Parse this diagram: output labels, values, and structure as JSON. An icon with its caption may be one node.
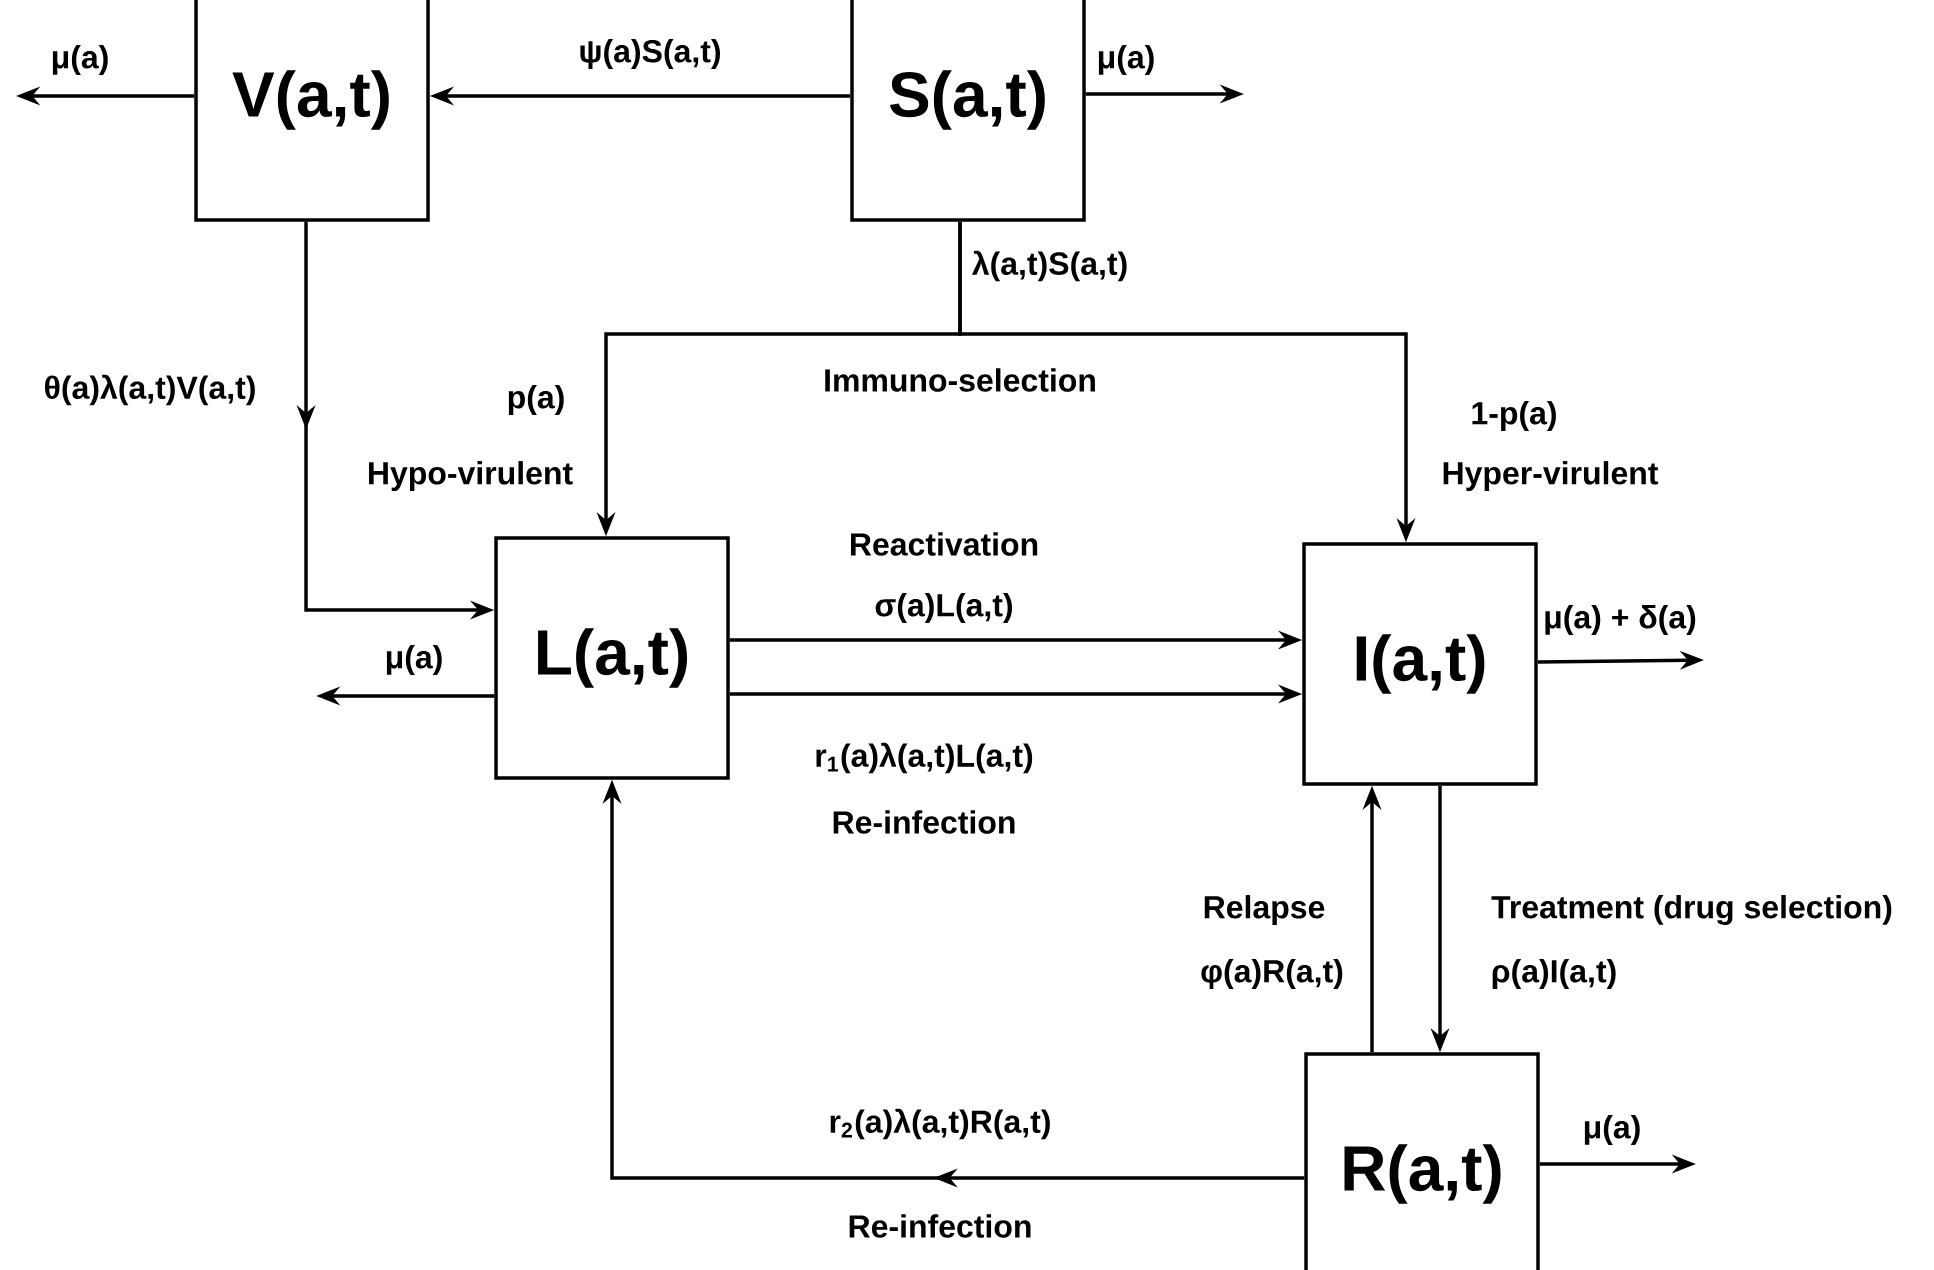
{
  "diagram": {
    "nodes": [
      {
        "text": [
          "V(a,t)"
        ]
      },
      {
        "text": [
          "S(a,t)"
        ]
      },
      {
        "text": [
          "L(a,t)"
        ]
      },
      {
        "text": [
          "I(a,t)"
        ]
      },
      {
        "text": [
          "R(a,t)"
        ]
      }
    ],
    "edges": [
      {
        "from": 1,
        "to": 0,
        "arrow": "to",
        "label": "ψ(a)S(a,t)"
      },
      {
        "from": 0,
        "to": null,
        "arrow": "to",
        "label": "μ(a)"
      },
      {
        "from": 1,
        "to": null,
        "arrow": "to",
        "label": "μ(a)"
      },
      {
        "from": 0,
        "to": 2,
        "arrow": "to",
        "label": "θ(a)λ(a,t)V(a,t)"
      },
      {
        "from": 1,
        "to": 2,
        "arrow": "to",
        "label": "p(a)"
      },
      {
        "from": 1,
        "to": 3,
        "arrow": "to",
        "label": "1-p(a)"
      },
      {
        "from": 2,
        "to": 3,
        "arrow": "to",
        "label": "σ(a)L(a,t)"
      },
      {
        "from": 2,
        "to": 3,
        "arrow": "to",
        "label": "r$_{1}$(a)λ(a,t)L(a,t)"
      },
      {
        "from": 2,
        "to": null,
        "arrow": "to",
        "label": "μ(a)"
      },
      {
        "from": 3,
        "to": null,
        "arrow": "to",
        "label": "μ(a) + δ(a)"
      },
      {
        "from": 4,
        "to": 3,
        "arrow": "to",
        "label": "φ(a)R(a,t)"
      },
      {
        "from": 3,
        "to": 4,
        "arrow": "to",
        "label": "ρ(a)I(a,t)"
      },
      {
        "from": 4,
        "to": 2,
        "arrow": "to",
        "label": "r$_{2}$(a)λ(a,t)R(a,t)"
      },
      {
        "from": 4,
        "to": null,
        "arrow": "to",
        "label": "μ(a)"
      }
    ],
    "labels": [
      "λ(a,t)S(a,t)",
      "Immuno-selection",
      "Hypo-virulent",
      "Hyper-virulent",
      "Reactivation",
      "Re-infection",
      "Relapse",
      "Treatment (drug selection)",
      "Re-infection"
    ]
  }
}
